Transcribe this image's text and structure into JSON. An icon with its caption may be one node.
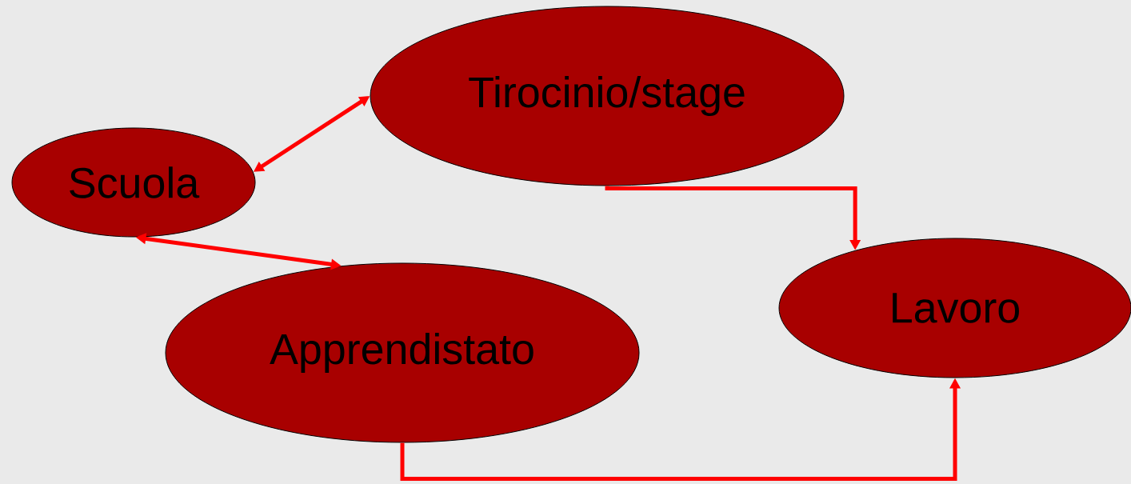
{
  "diagram": {
    "nodes": [
      {
        "text": [
          "Scuola"
        ]
      },
      {
        "text": [
          "Tirocinio/stage"
        ]
      },
      {
        "text": [
          "Apprendistato"
        ]
      },
      {
        "text": [
          "Lavoro"
        ]
      }
    ],
    "edges": [
      {
        "from": 0,
        "to": 1,
        "arrow": "both"
      },
      {
        "from": 0,
        "to": 2,
        "arrow": "both"
      },
      {
        "from": 1,
        "to": 3,
        "arrow": "to"
      },
      {
        "from": 2,
        "to": 3,
        "arrow": "to"
      }
    ]
  }
}
